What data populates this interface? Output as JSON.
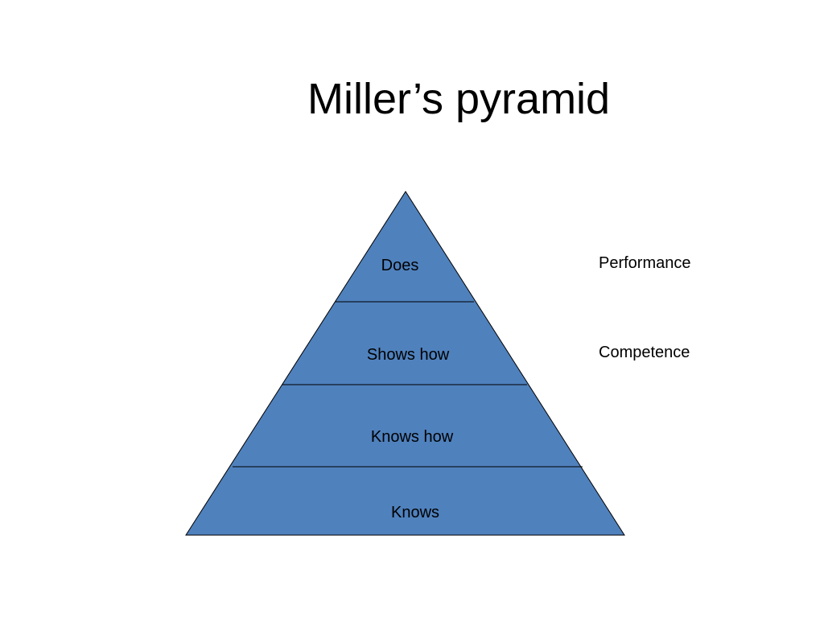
{
  "slide": {
    "title": "Miller’s pyramid"
  },
  "pyramid": {
    "fill_color": "#4f81bd",
    "levels": [
      {
        "label": "Does"
      },
      {
        "label": "Shows how"
      },
      {
        "label": "Knows how"
      },
      {
        "label": "Knows"
      }
    ]
  },
  "side_labels": [
    {
      "label": "Performance"
    },
    {
      "label": "Competence"
    }
  ]
}
